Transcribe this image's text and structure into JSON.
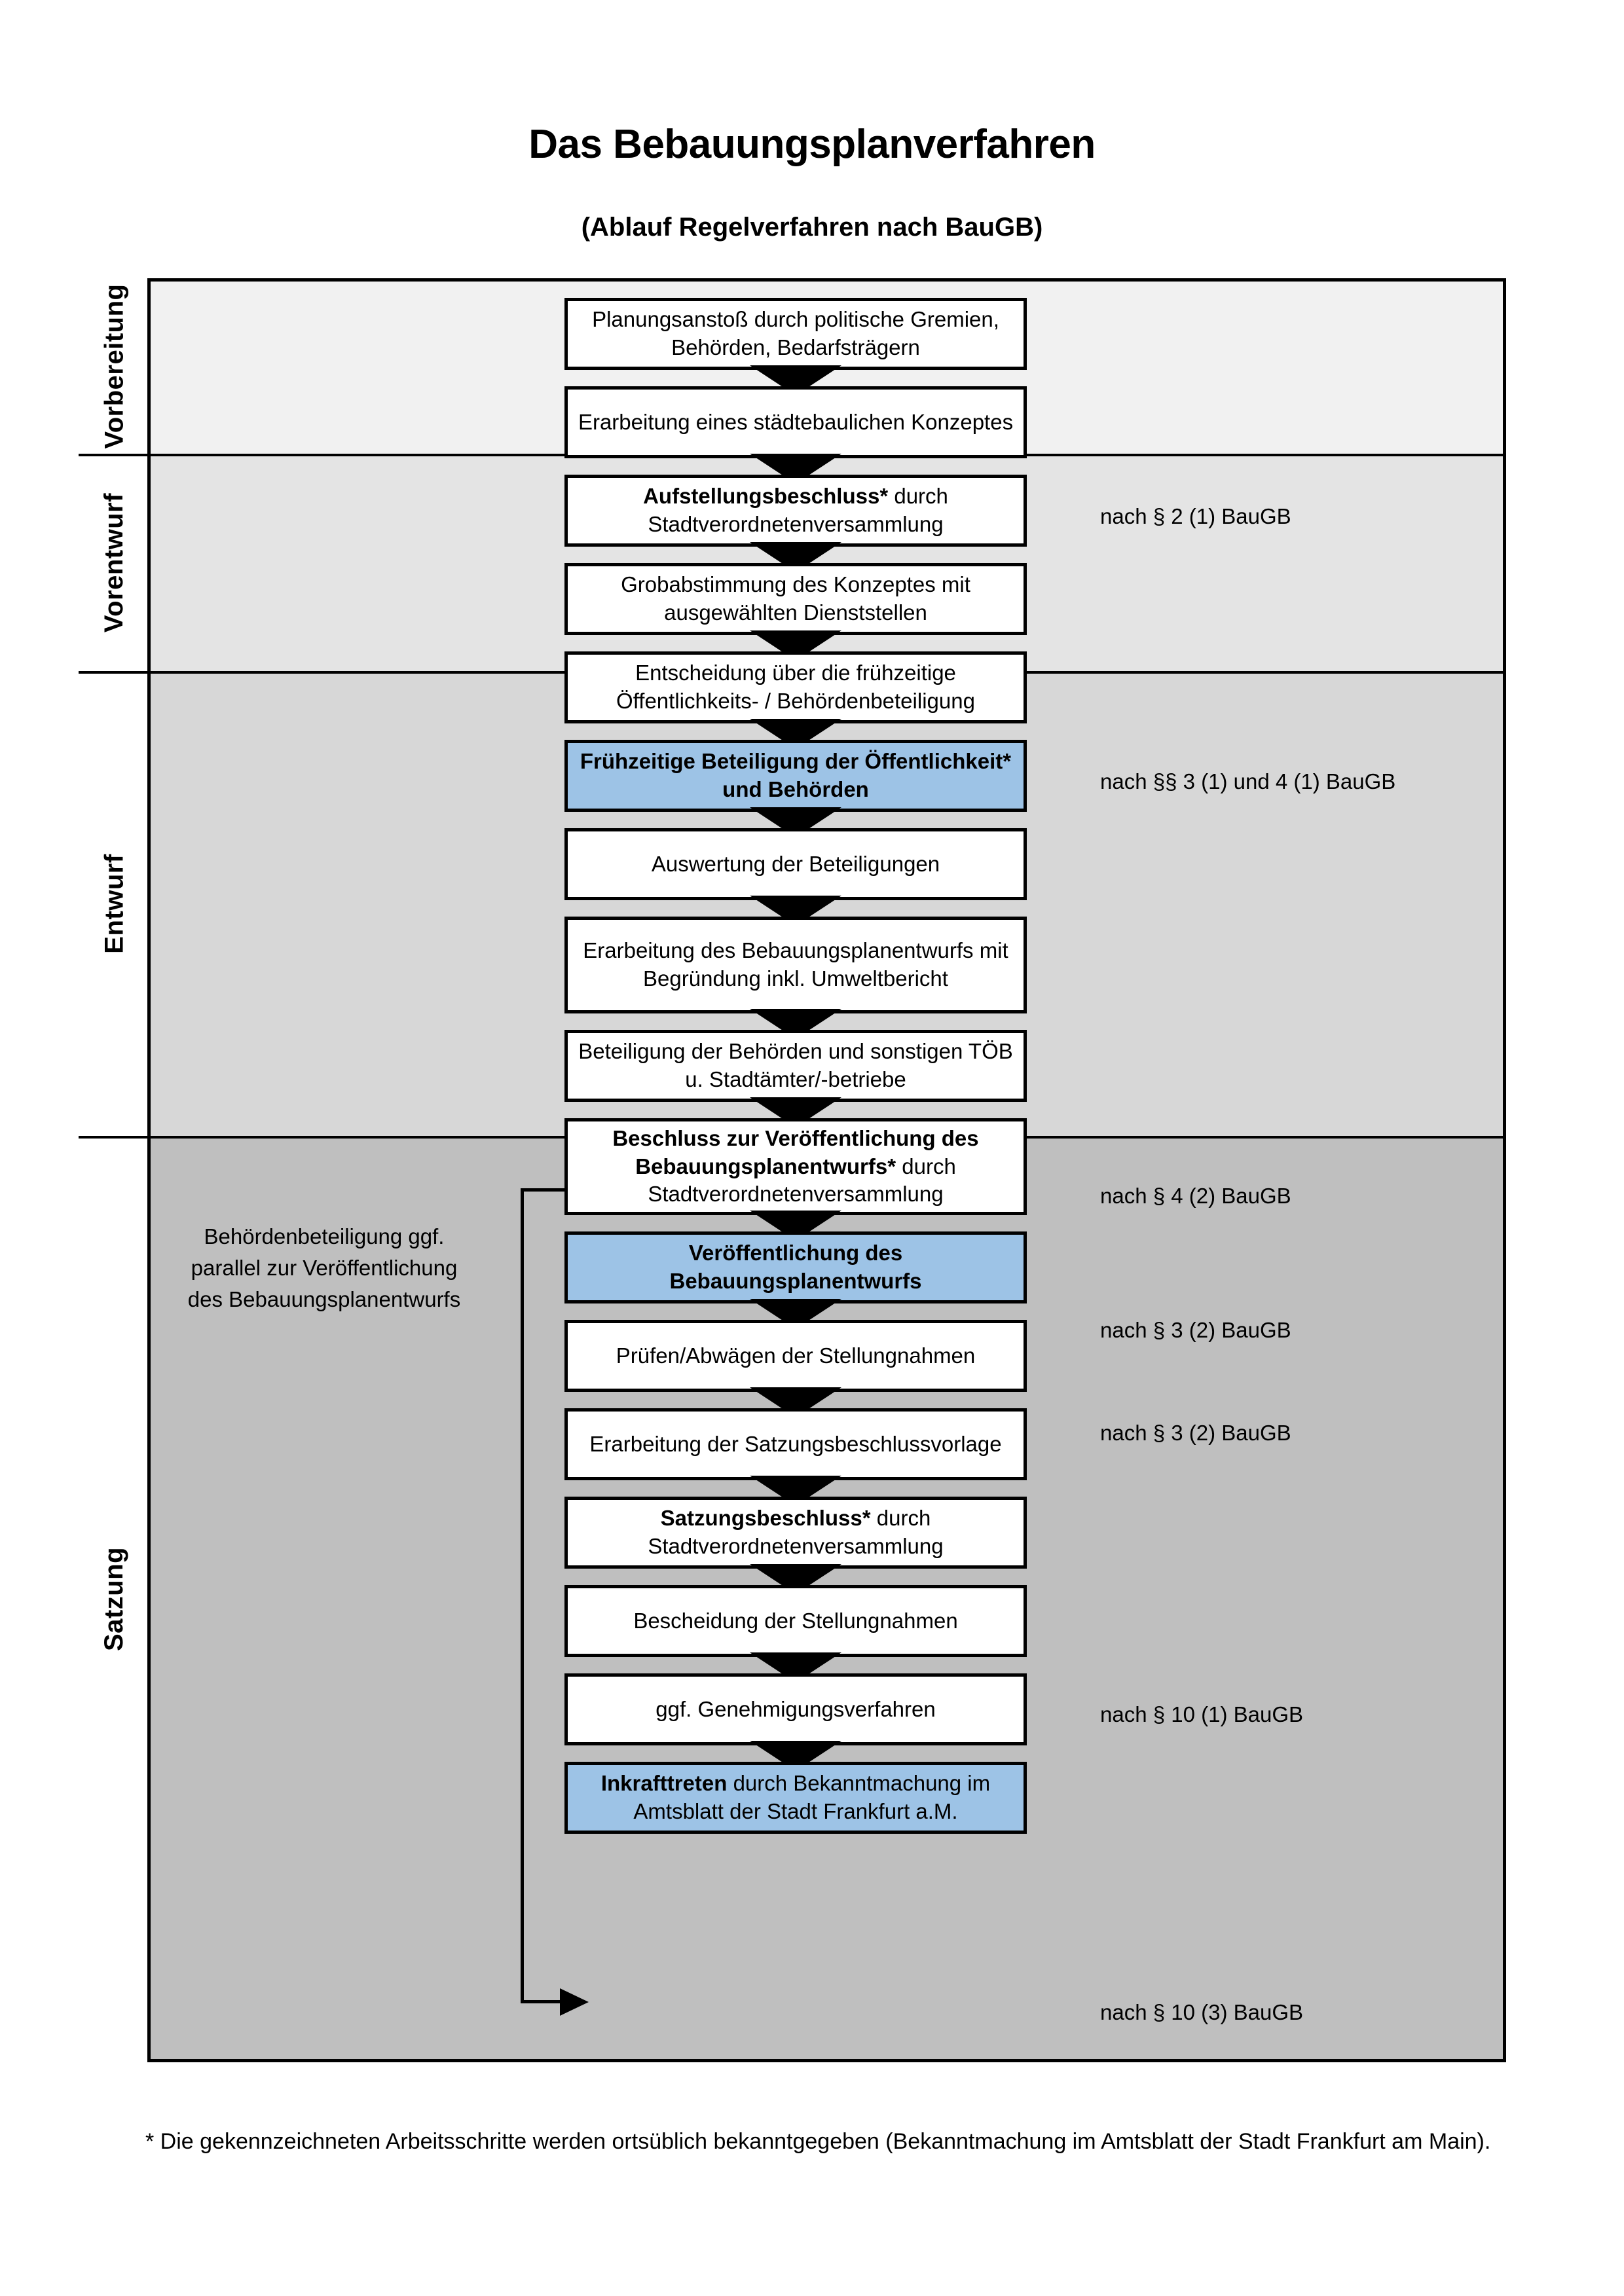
{
  "title": "Das Bebauungsplanverfahren",
  "subtitle": "(Ablauf Regelverfahren nach BauGB)",
  "colors": {
    "highlight_box": "#9DC3E6",
    "band_vorbereitung": "#F1F1F1",
    "band_vorentwurf": "#E4E4E4",
    "band_entwurf": "#D7D7D7",
    "band_satzung": "#BFBFBF",
    "border": "#000000"
  },
  "phases": [
    {
      "label": "Vorbereitung"
    },
    {
      "label": "Vorentwurf"
    },
    {
      "label": "Entwurf"
    },
    {
      "label": "Satzung"
    }
  ],
  "steps": [
    {
      "id": "s1",
      "text": "Planungsanstoß durch politische Gremien, Behörden, Bedarfsträgern",
      "bold_prefix": "",
      "highlight": false
    },
    {
      "id": "s2",
      "text": "Erarbeitung eines städtebaulichen Konzeptes",
      "bold_prefix": "",
      "highlight": false
    },
    {
      "id": "s3",
      "text": " durch Stadtverordnetenversammlung",
      "bold_prefix": "Aufstellungsbeschluss*",
      "highlight": false
    },
    {
      "id": "s4",
      "text": "Grobabstimmung des Konzeptes mit ausgewählten Dienststellen",
      "bold_prefix": "",
      "highlight": false
    },
    {
      "id": "s5",
      "text": "Entscheidung über die frühzeitige Öffentlichkeits- / Behördenbeteiligung",
      "bold_prefix": "",
      "highlight": false
    },
    {
      "id": "s6",
      "text": "",
      "bold_prefix": "Frühzeitige Beteiligung der Öffentlichkeit* und Behörden",
      "highlight": true
    },
    {
      "id": "s7",
      "text": "Auswertung der Beteiligungen",
      "bold_prefix": "",
      "highlight": false
    },
    {
      "id": "s8",
      "text": "Erarbeitung des Bebauungsplanentwurfs mit Begründung inkl. Umweltbericht",
      "bold_prefix": "",
      "highlight": false
    },
    {
      "id": "s9",
      "text": "Beteiligung der Behörden und sonstigen TÖB u. Stadtämter/-betriebe",
      "bold_prefix": "",
      "highlight": false
    },
    {
      "id": "s10",
      "text": " durch Stadtverordnetenversammlung",
      "bold_prefix": "Beschluss zur Veröffentlichung des Bebauungsplanentwurfs*",
      "highlight": false
    },
    {
      "id": "s11",
      "text": "",
      "bold_prefix": "Veröffentlichung des Bebauungsplanentwurfs",
      "highlight": true
    },
    {
      "id": "s12",
      "text": "Prüfen/Abwägen der Stellungnahmen",
      "bold_prefix": "",
      "highlight": false
    },
    {
      "id": "s13",
      "text": "Erarbeitung der Satzungsbeschlussvorlage",
      "bold_prefix": "",
      "highlight": false
    },
    {
      "id": "s14",
      "text": " durch Stadtverordnetenversammlung",
      "bold_prefix": "Satzungsbeschluss*",
      "highlight": false
    },
    {
      "id": "s15",
      "text": "Bescheidung der Stellungnahmen",
      "bold_prefix": "",
      "highlight": false
    },
    {
      "id": "s16",
      "text": "ggf. Genehmigungsverfahren",
      "bold_prefix": "",
      "highlight": false
    },
    {
      "id": "s17",
      "text": " durch Bekanntmachung im Amtsblatt der Stadt Frankfurt a.M.",
      "bold_prefix": "Inkrafttreten",
      "highlight": true
    }
  ],
  "legal_refs": [
    {
      "id": "l1",
      "text": "nach § 2 (1) BauGB"
    },
    {
      "id": "l2",
      "text": "nach §§ 3 (1) und 4 (1) BauGB"
    },
    {
      "id": "l3",
      "text": "nach § 4 (2) BauGB"
    },
    {
      "id": "l4",
      "text": "nach § 3 (2) BauGB"
    },
    {
      "id": "l5",
      "text": "nach § 3 (2) BauGB"
    },
    {
      "id": "l6",
      "text": "nach § 10 (1) BauGB"
    },
    {
      "id": "l7",
      "text": "nach § 10 (3) BauGB"
    }
  ],
  "side_note": "Behördenbeteiligung ggf. parallel zur Veröffentlichung des Bebauungsplanentwurfs",
  "footnote": "* Die gekennzeichneten Arbeitsschritte werden ortsüblich bekanntgegeben (Bekanntmachung im Amtsblatt  der Stadt Frankfurt am Main)."
}
